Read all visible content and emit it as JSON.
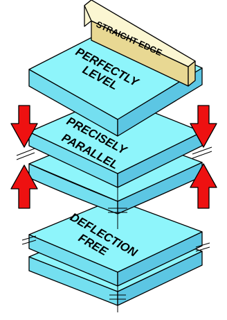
{
  "labels": {
    "straight_edge": "STRAIGHT EDGE",
    "perfectly": "PERFECTLY",
    "level": "LEVEL",
    "precisely": "PRECISELY",
    "parallel": "PARALLEL",
    "deflection": "DEFLECTION",
    "free": "FREE"
  },
  "colors": {
    "plate_top": "#8ef5fb",
    "plate_side_left": "#74dff0",
    "plate_side_right": "#5cc6e3",
    "arrow": "#ee1111",
    "straight_edge_top": "#fbf6d2",
    "straight_edge_face": "#e8d893",
    "background": "#ffffff"
  },
  "icons": {
    "force_arrow_down": "red-down-arrow-icon",
    "force_arrow_up": "red-up-arrow-icon"
  }
}
